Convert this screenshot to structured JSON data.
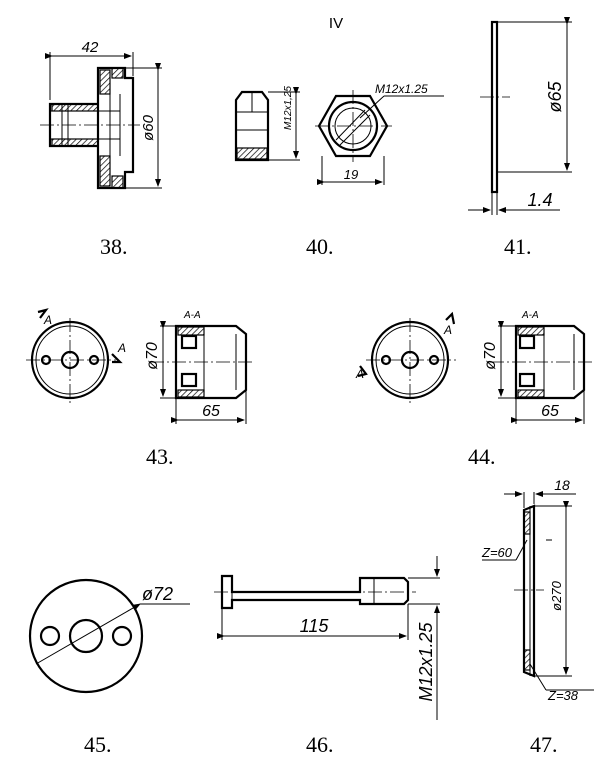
{
  "page": {
    "section": "IV"
  },
  "figures": [
    {
      "number": "38.",
      "dims": [
        "42",
        "ø60"
      ]
    },
    {
      "number": "40.",
      "dims": [
        "M12x1,25",
        "M12x1.25",
        "19"
      ]
    },
    {
      "number": "41.",
      "dims": [
        "ø65",
        "1.4"
      ]
    },
    {
      "number": "43.",
      "dims": [
        "A",
        "A",
        "A-A",
        "ø70",
        "65"
      ]
    },
    {
      "number": "44.",
      "dims": [
        "A",
        "A",
        "A-A",
        "ø70",
        "65"
      ]
    },
    {
      "number": "45.",
      "dims": [
        "ø72"
      ]
    },
    {
      "number": "46.",
      "dims": [
        "115",
        "M12x1.25"
      ]
    },
    {
      "number": "47.",
      "dims": [
        "18",
        "Z=60",
        "ø270",
        "Z=38"
      ]
    }
  ]
}
